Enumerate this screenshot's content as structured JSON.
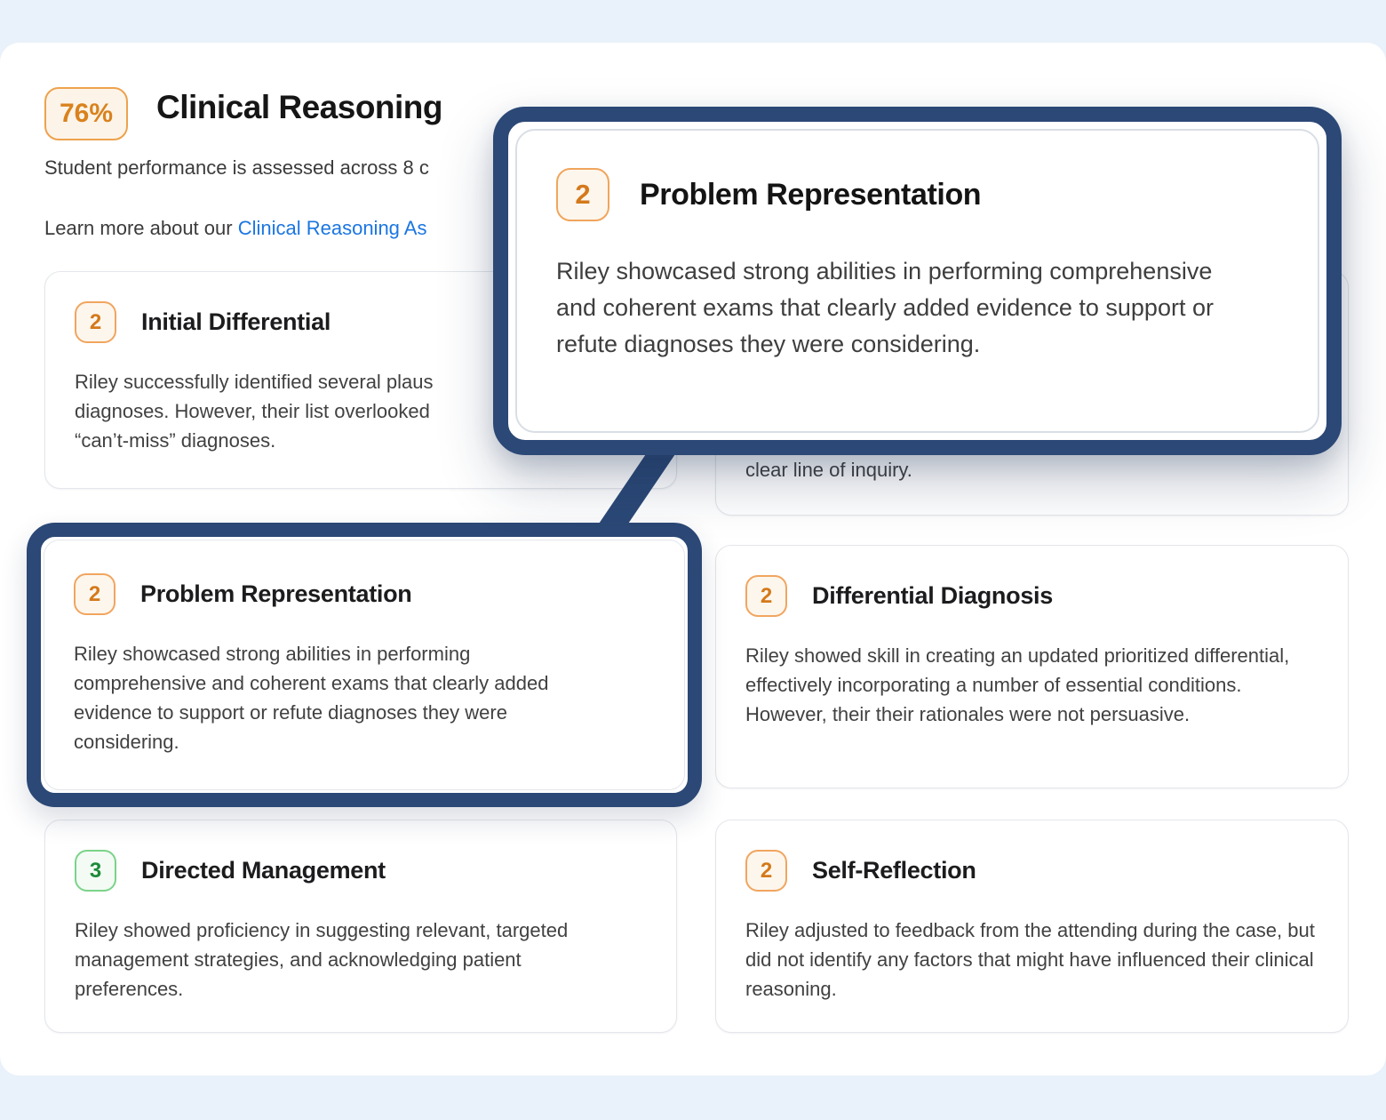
{
  "colors": {
    "accent_navy": "#2b4876",
    "badge_orange_text": "#d4791b",
    "badge_orange_border": "#f1a55f",
    "badge_green_text": "#1d8a3a",
    "badge_green_border": "#7bd389",
    "link_blue": "#1b76e1",
    "page_background": "#e9f1fa"
  },
  "header": {
    "score": "76%",
    "title": "Clinical Reasoning",
    "subtitle_visible": "Student performance is assessed across 8 c",
    "learn_more_prefix": "Learn more about our ",
    "learn_more_link": "Clinical Reasoning As"
  },
  "overlay": {
    "badge": "2",
    "title": "Problem Representation",
    "body": "Riley showcased strong abilities in performing comprehensive and coherent exams that clearly added evidence to support or refute diagnoses they were considering."
  },
  "cards": {
    "initial_differential": {
      "badge": "2",
      "title": "Initial Differential",
      "body_lines": [
        "Riley successfully identified several plaus",
        "diagnoses. However, their list overlooked",
        "“can’t-miss” diagnoses."
      ]
    },
    "hidden_partial": {
      "visible_text": "clear line of inquiry."
    },
    "problem_representation": {
      "badge": "2",
      "title": "Problem Representation",
      "body": "Riley showcased strong abilities in performing comprehensive and coherent exams that clearly added evidence to support or refute diagnoses they were considering."
    },
    "differential_diagnosis": {
      "badge": "2",
      "title": "Differential Diagnosis",
      "body": "Riley showed skill in creating an updated prioritized differential, effectively incorporating a number of essential conditions. However, their their rationales were not persuasive."
    },
    "directed_management": {
      "badge": "3",
      "title": "Directed Management",
      "body": "Riley showed proficiency in suggesting relevant, targeted management strategies, and acknowledging patient preferences."
    },
    "self_reflection": {
      "badge": "2",
      "title": "Self-Reflection",
      "body": "Riley adjusted to feedback from the attending during the case, but did not identify any factors that might have influenced their clinical reasoning."
    }
  }
}
